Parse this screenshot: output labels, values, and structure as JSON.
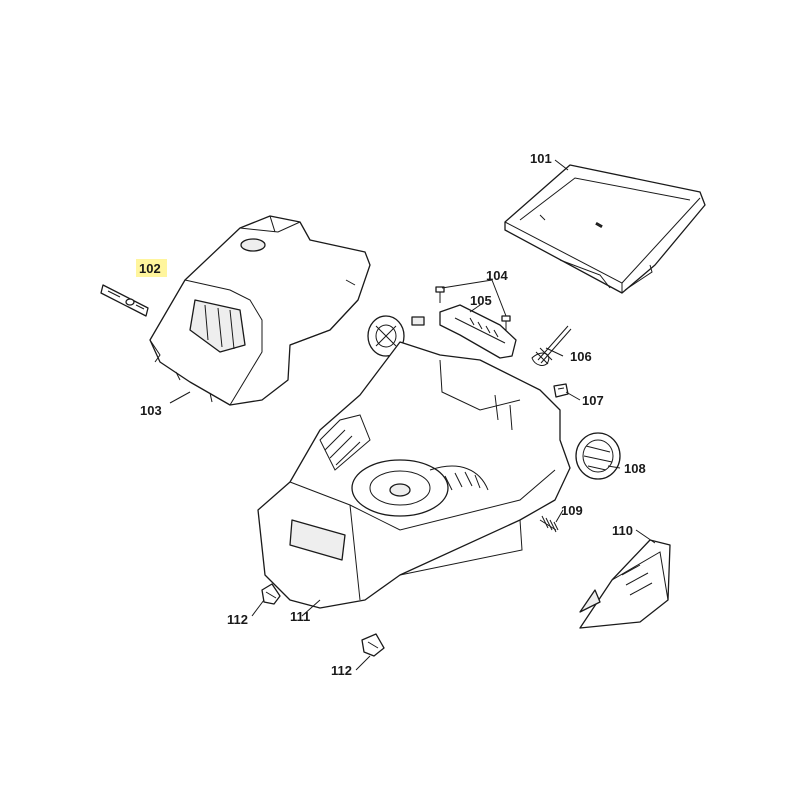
{
  "diagram": {
    "highlight_color": "#fff59d",
    "line_color": "#1a1a1a",
    "highlighted_part": "102",
    "callouts": [
      {
        "id": "101",
        "label": "101"
      },
      {
        "id": "102",
        "label": "102"
      },
      {
        "id": "103",
        "label": "103"
      },
      {
        "id": "104",
        "label": "104"
      },
      {
        "id": "105",
        "label": "105"
      },
      {
        "id": "106",
        "label": "106"
      },
      {
        "id": "107",
        "label": "107"
      },
      {
        "id": "108",
        "label": "108"
      },
      {
        "id": "109",
        "label": "109"
      },
      {
        "id": "110",
        "label": "110"
      },
      {
        "id": "111",
        "label": "111"
      },
      {
        "id": "112a",
        "label": "112"
      },
      {
        "id": "112b",
        "label": "112"
      }
    ]
  }
}
